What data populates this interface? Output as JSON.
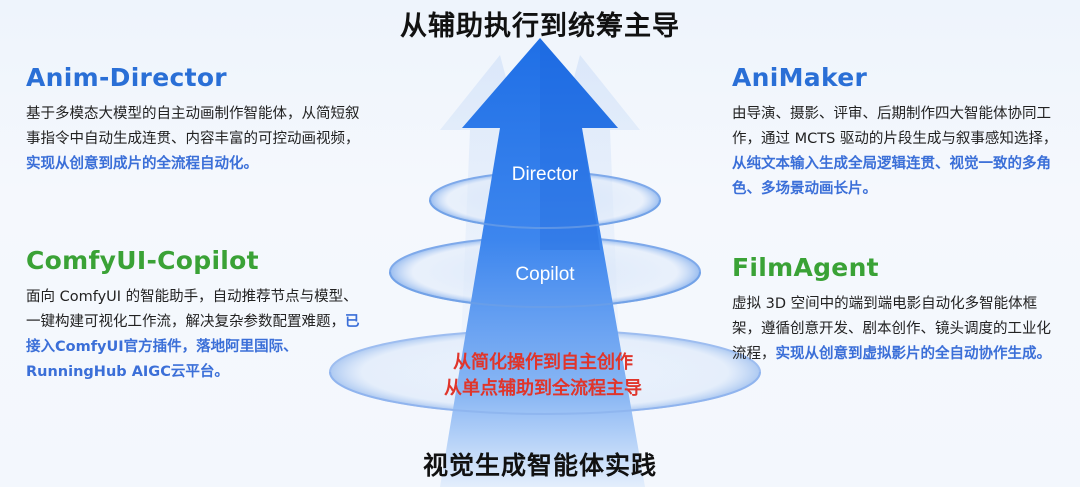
{
  "title_top": "从辅助执行到统筹主导",
  "title_bottom": "视觉生成智能体实践",
  "center": {
    "level_top": "Director",
    "level_mid": "Copilot",
    "tagline_1": "从简化操作到自主创作",
    "tagline_2": "从单点辅助到全流程主导"
  },
  "blocks": [
    {
      "title": "Anim-Director",
      "text": "基于多模态大模型的自主动画制作智能体，从简短叙事指令中自动生成连贯、内容丰富的可控动画视频，",
      "highlight": "实现从创意到成片的全流程自动化。"
    },
    {
      "title": "ComfyUI-Copilot",
      "text": "面向 ComfyUI 的智能助手，自动推荐节点与模型、一键构建可视化工作流，解决复杂参数配置难题，",
      "highlight": "已接入ComfyUI官方插件，落地阿里国际、RunningHub AIGC云平台。"
    },
    {
      "title": "AniMaker",
      "text": "由导演、摄影、评审、后期制作四大智能体协同工作，通过 MCTS 驱动的片段生成与叙事感知选择，",
      "highlight": "从纯文本输入生成全局逻辑连贯、视觉一致的多角色、多场景动画长片。"
    },
    {
      "title": "FilmAgent",
      "text": "虚拟 3D 空间中的端到端电影自动化多智能体框架，遵循创意开发、剧本创作、镜头调度的工业化流程，",
      "highlight": "实现从创意到虚拟影片的全自动协作生成。"
    }
  ],
  "colors": {
    "blue_title": "#2a6fd6",
    "green_title": "#3aa236",
    "highlight": "#3b6fd8",
    "tagline": "#e0352b",
    "arrow": "#2a78e8"
  }
}
